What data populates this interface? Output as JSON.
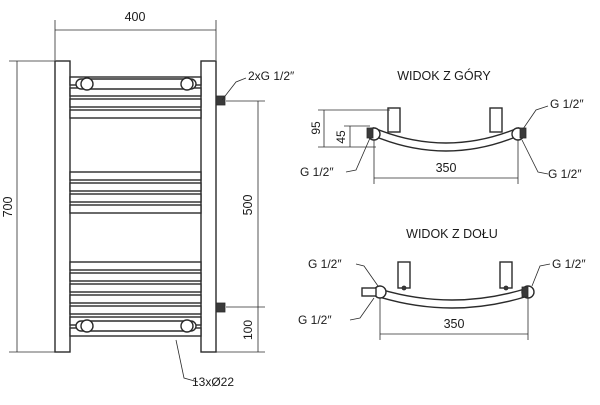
{
  "front_view": {
    "width_dim": "400",
    "height_dim": "700",
    "center_dim": "500",
    "bottom_dim": "100",
    "connection_label": "2xG 1/2″",
    "tube_label": "13xØ22"
  },
  "top_view": {
    "title": "WIDOK Z GÓRY",
    "depth_dim": "95",
    "offset_dim": "45",
    "spacing_dim": "350",
    "label_right_upper": "G 1/2″",
    "label_left_lower": "G 1/2″",
    "label_right_lower": "G 1/2″"
  },
  "bottom_view": {
    "title": "WIDOK Z DOŁU",
    "label_left_upper": "G 1/2″",
    "label_right_upper": "G 1/2″",
    "label_left_lower": "G 1/2″",
    "spacing_dim": "350"
  }
}
